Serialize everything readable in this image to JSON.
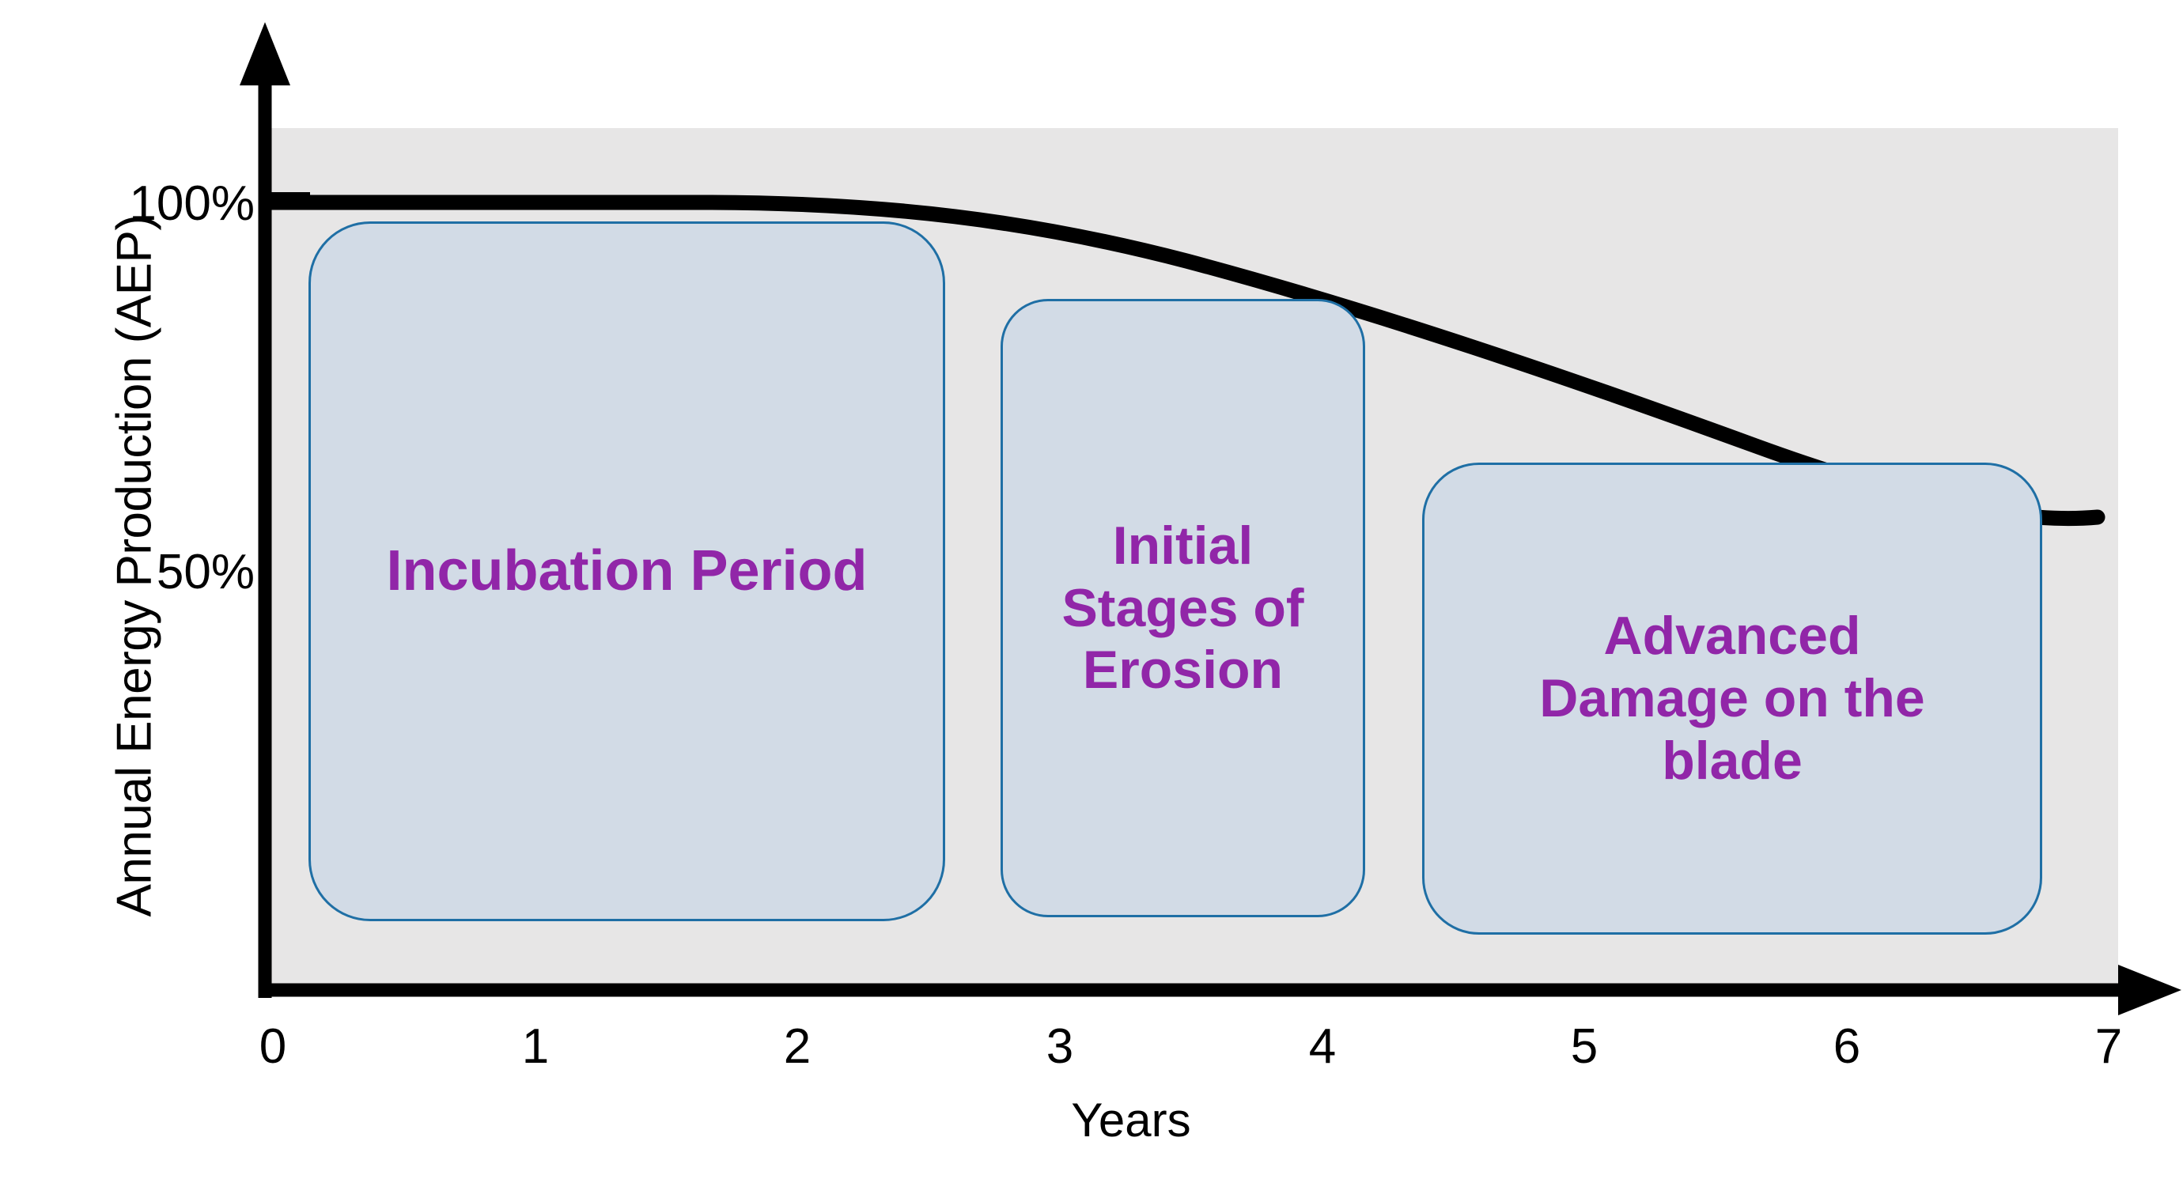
{
  "chart_data": {
    "type": "line",
    "title": "",
    "xlabel": "Years",
    "ylabel": "Annual Energy Production (AEP)",
    "xticks": [
      "0",
      "1",
      "2",
      "3",
      "4",
      "5",
      "6",
      "7"
    ],
    "yticks": [
      "100%",
      "50%"
    ],
    "xlim": [
      0,
      7.2
    ],
    "ylim": [
      0,
      115
    ],
    "grid": false,
    "legend": "none",
    "series": [
      {
        "name": "Annual Energy Production",
        "x": [
          0,
          0.5,
          1,
          1.5,
          2,
          2.5,
          3,
          3.5,
          4,
          4.5,
          5,
          5.5,
          6,
          6.5,
          7,
          7.1
        ],
        "values": [
          100,
          100,
          100,
          100,
          99.8,
          99.0,
          97.2,
          94.8,
          91.8,
          88.5,
          85.0,
          81.0,
          77.0,
          72.5,
          67.5,
          66.0
        ],
        "color": "#000000",
        "linewidth": 14
      }
    ],
    "annotations": [
      {
        "id": "incubation",
        "label": "Incubation Period",
        "x_range": [
          0.15,
          2.6
        ],
        "y_range": [
          11,
          93
        ],
        "fill": "#d2dbe6",
        "stroke": "#1f6fa5",
        "text_color": "#9126a8"
      },
      {
        "id": "initial-stages",
        "label": "Initial\nStages of\nErosion",
        "x_range": [
          2.85,
          4.25
        ],
        "y_range": [
          11,
          83
        ],
        "fill": "#d2dbe6",
        "stroke": "#1f6fa5",
        "text_color": "#9126a8"
      },
      {
        "id": "advanced-damage",
        "label": "Advanced\nDamage on the\nblade",
        "x_range": [
          4.45,
          6.8
        ],
        "y_range": [
          8,
          63
        ],
        "fill": "#d2dbe6",
        "stroke": "#1f6fa5",
        "text_color": "#9126a8"
      }
    ],
    "plot_background": "#e7e6e6",
    "axis_color": "#000000"
  },
  "axes": {
    "y_title": "Annual Energy Production (AEP)",
    "x_title": "Years",
    "y_tick_100": "100%",
    "y_tick_50": "50%",
    "x_tick_0": "0",
    "x_tick_1": "1",
    "x_tick_2": "2",
    "x_tick_3": "3",
    "x_tick_4": "4",
    "x_tick_5": "5",
    "x_tick_6": "6",
    "x_tick_7": "7"
  },
  "phases": {
    "incubation": "Incubation Period",
    "initial_stages": "Initial\nStages of\nErosion",
    "advanced_damage": "Advanced\nDamage on the\nblade"
  }
}
